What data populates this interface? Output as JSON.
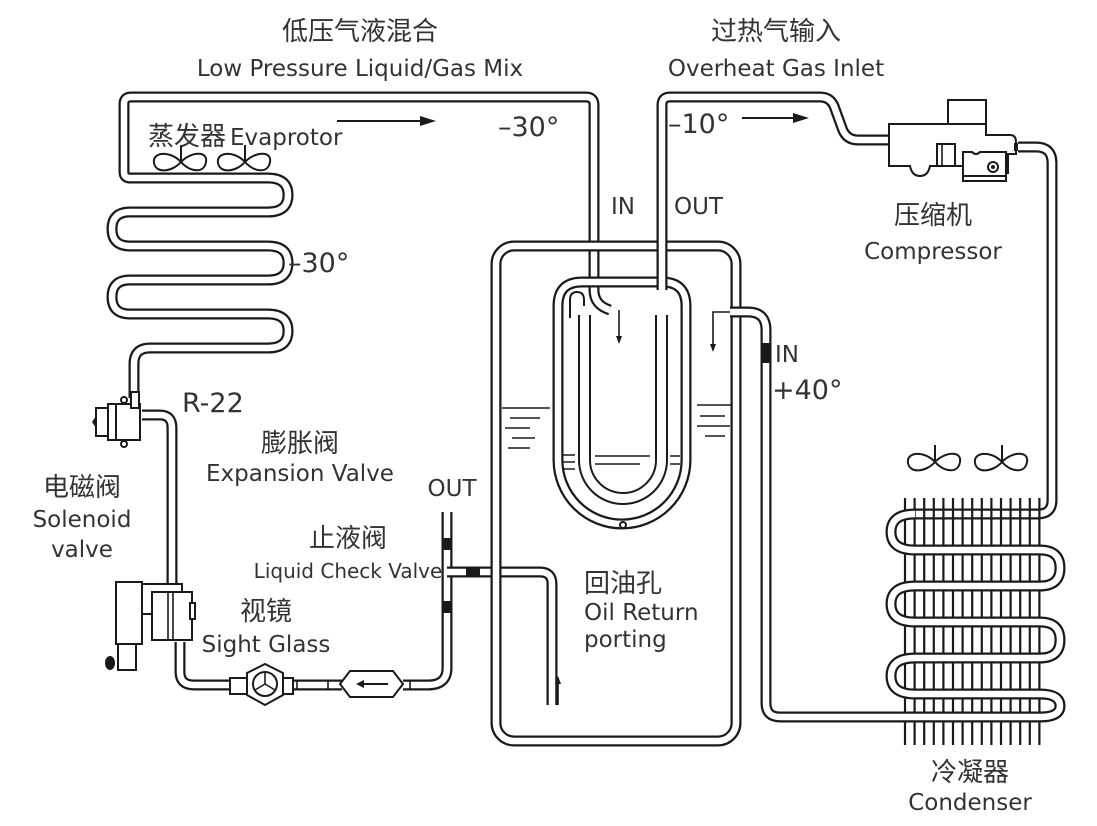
{
  "diagram": {
    "title": "Refrigeration cycle with heat-exchanging accumulator",
    "refrigerant": "R-22",
    "labels": {
      "low_pressure_mix": {
        "zh": "低压气液混合",
        "en": "Low Pressure Liquid/Gas Mix"
      },
      "overheat_gas_inlet": {
        "zh": "过热气输入",
        "en": "Overheat Gas Inlet"
      },
      "evaporator": {
        "zh": "蒸发器",
        "en": "Evaprotor"
      },
      "compressor": {
        "zh": "压缩机",
        "en": "Compressor"
      },
      "expansion_valve": {
        "zh": "膨胀阀",
        "en": "Expansion Valve"
      },
      "solenoid_valve": {
        "zh": "电磁阀",
        "en_line1": "Solenoid",
        "en_line2": "valve"
      },
      "liquid_check_valve": {
        "zh": "止液阀",
        "en": "Liquid Check Valve"
      },
      "sight_glass": {
        "zh": "视镜",
        "en": "Sight Glass"
      },
      "oil_return": {
        "zh": "回油孔",
        "en_line1": "Oil Return",
        "en_line2": "porting"
      },
      "condenser": {
        "zh": "冷凝器",
        "en": "Condenser"
      }
    },
    "ports": {
      "accumulator_in": "IN",
      "accumulator_out": "OUT",
      "hot_in": "IN",
      "liquid_out": "OUT"
    },
    "temperatures": {
      "evaporator_outlet": "–30°",
      "evaporator_coil": "–30°",
      "suction_line": "–10°",
      "condenser_liquid_in": "+40°"
    }
  }
}
